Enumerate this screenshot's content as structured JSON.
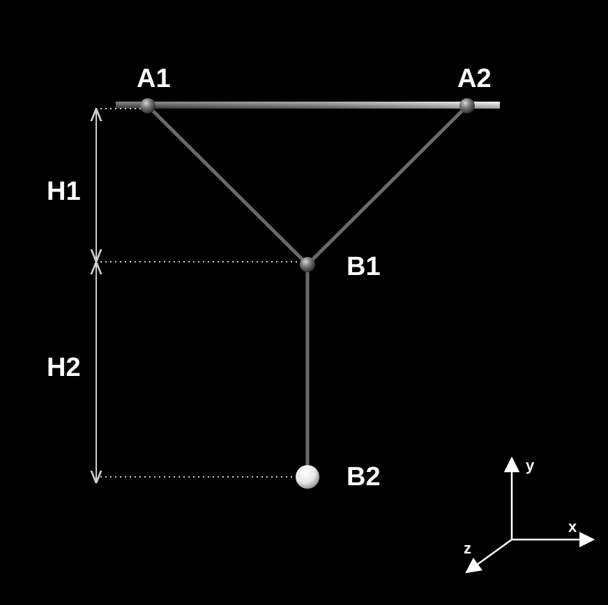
{
  "points": {
    "a1": "A1",
    "a2": "A2",
    "b1": "B1",
    "b2": "B2"
  },
  "dimensions": {
    "h1": "H1",
    "h2": "H2"
  },
  "axes": {
    "x": "x",
    "y": "y",
    "z": "z"
  },
  "colors": {
    "background": "#000000",
    "rod": "#6a6a6a",
    "joint": "#808080",
    "mass": "#f2f2f2",
    "dimension": "#cfcfcf",
    "text": "#ffffff"
  }
}
